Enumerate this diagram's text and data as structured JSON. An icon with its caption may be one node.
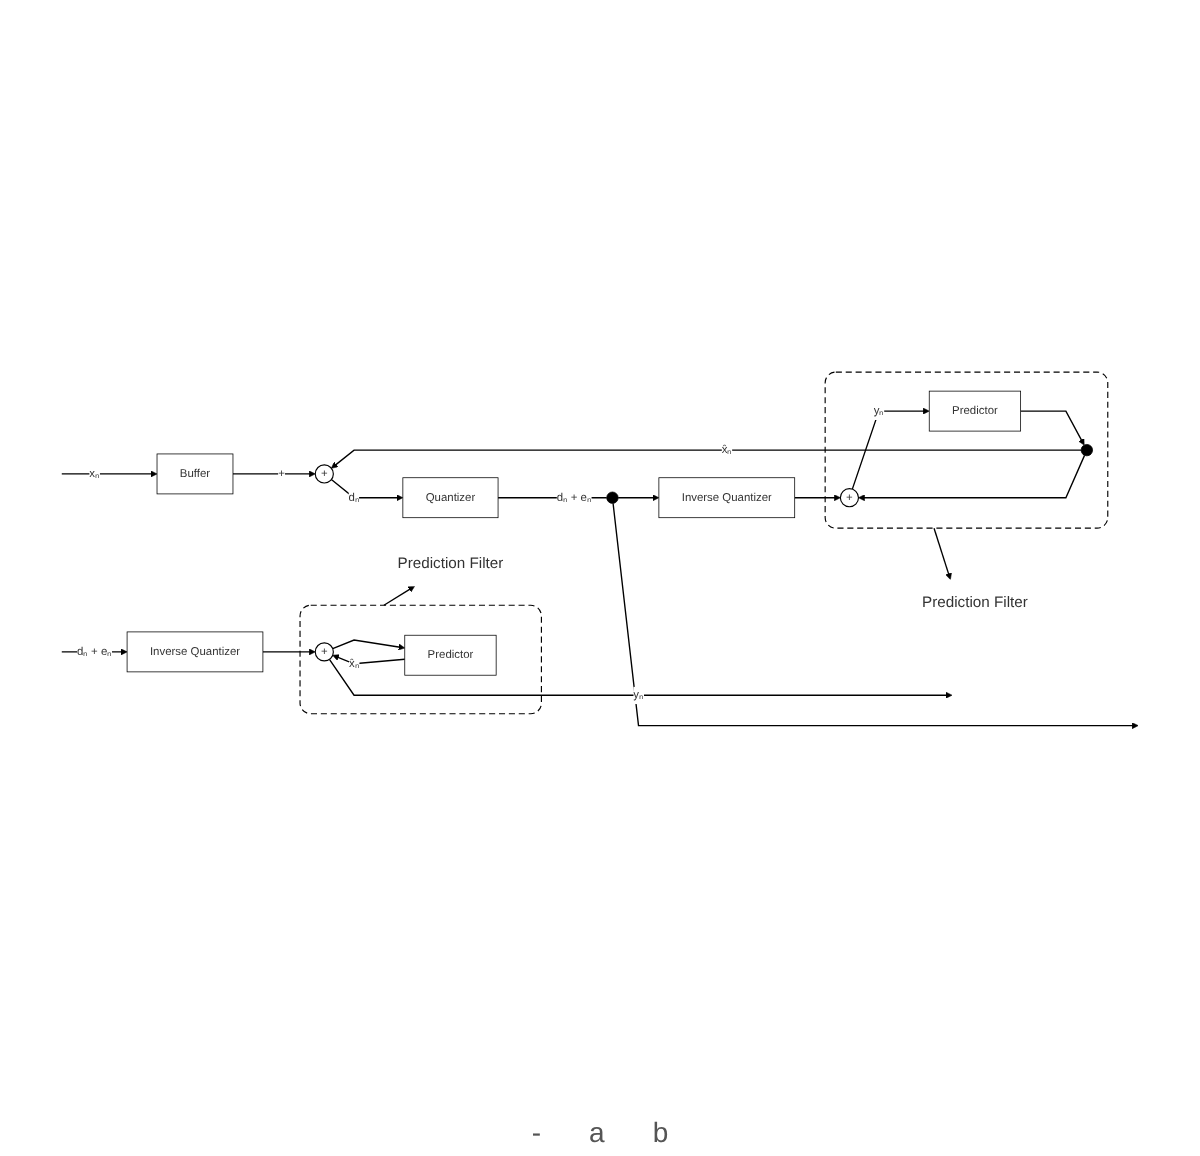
{
  "diagram": {
    "nodes": [
      {
        "text": [
          "Buffer"
        ]
      },
      {
        "text": [
          "+"
        ]
      },
      {
        "text": [
          "Quantizer"
        ]
      },
      {
        "text": [],
        "shape": "circle"
      },
      {
        "text": [
          "Inverse Quantizer"
        ]
      },
      {
        "text": [],
        "shape": "box"
      },
      {
        "text": [
          "+"
        ],
        "in": 5
      },
      {
        "text": [
          "Predictor"
        ],
        "in": 5
      },
      {
        "text": [],
        "shape": "circle",
        "in": 5
      },
      {
        "text": [
          "Prediction Filter"
        ]
      },
      {
        "text": [
          "Inverse Quantizer"
        ]
      },
      {
        "text": [],
        "shape": "box"
      },
      {
        "text": [
          "+"
        ],
        "in": 11
      },
      {
        "text": [
          "Predictor"
        ],
        "in": 11
      },
      {
        "text": [
          "Prediction Filter"
        ]
      }
    ],
    "edges": [
      {
        "from": null,
        "to": 0,
        "arrow": "to",
        "label": "xₙ"
      },
      {
        "from": 0,
        "to": 1,
        "arrow": "to",
        "label": "+"
      },
      {
        "from": 1,
        "to": 2,
        "arrow": "to",
        "label": "dₙ"
      },
      {
        "from": 2,
        "to": 3,
        "arrow": "none",
        "label": "dₙ + eₙ"
      },
      {
        "from": 3,
        "to": null,
        "arrow": "to"
      },
      {
        "from": 3,
        "to": 4,
        "arrow": "to"
      },
      {
        "from": 4,
        "to": 6,
        "arrow": "to"
      },
      {
        "from": 6,
        "to": 7,
        "arrow": "to",
        "label": "yₙ"
      },
      {
        "from": 7,
        "to": 8,
        "arrow": "to"
      },
      {
        "from": 8,
        "to": 1,
        "arrow": "to",
        "label": "x̂ₙ"
      },
      {
        "from": 8,
        "to": 6,
        "arrow": "to"
      },
      {
        "from": 5,
        "to": 9,
        "arrow": "to"
      },
      {
        "from": null,
        "to": 10,
        "arrow": "to",
        "label": "dₙ + eₙ"
      },
      {
        "from": 10,
        "to": 12,
        "arrow": "to"
      },
      {
        "from": 12,
        "to": null,
        "arrow": "to",
        "label": "yₙ"
      },
      {
        "from": 12,
        "to": 13,
        "arrow": "to"
      },
      {
        "from": 13,
        "to": 12,
        "arrow": "to",
        "label": "x̂ₙ"
      },
      {
        "from": 11,
        "to": 14,
        "arrow": "to"
      }
    ],
    "labels": [
      "-",
      "a",
      "b"
    ]
  }
}
